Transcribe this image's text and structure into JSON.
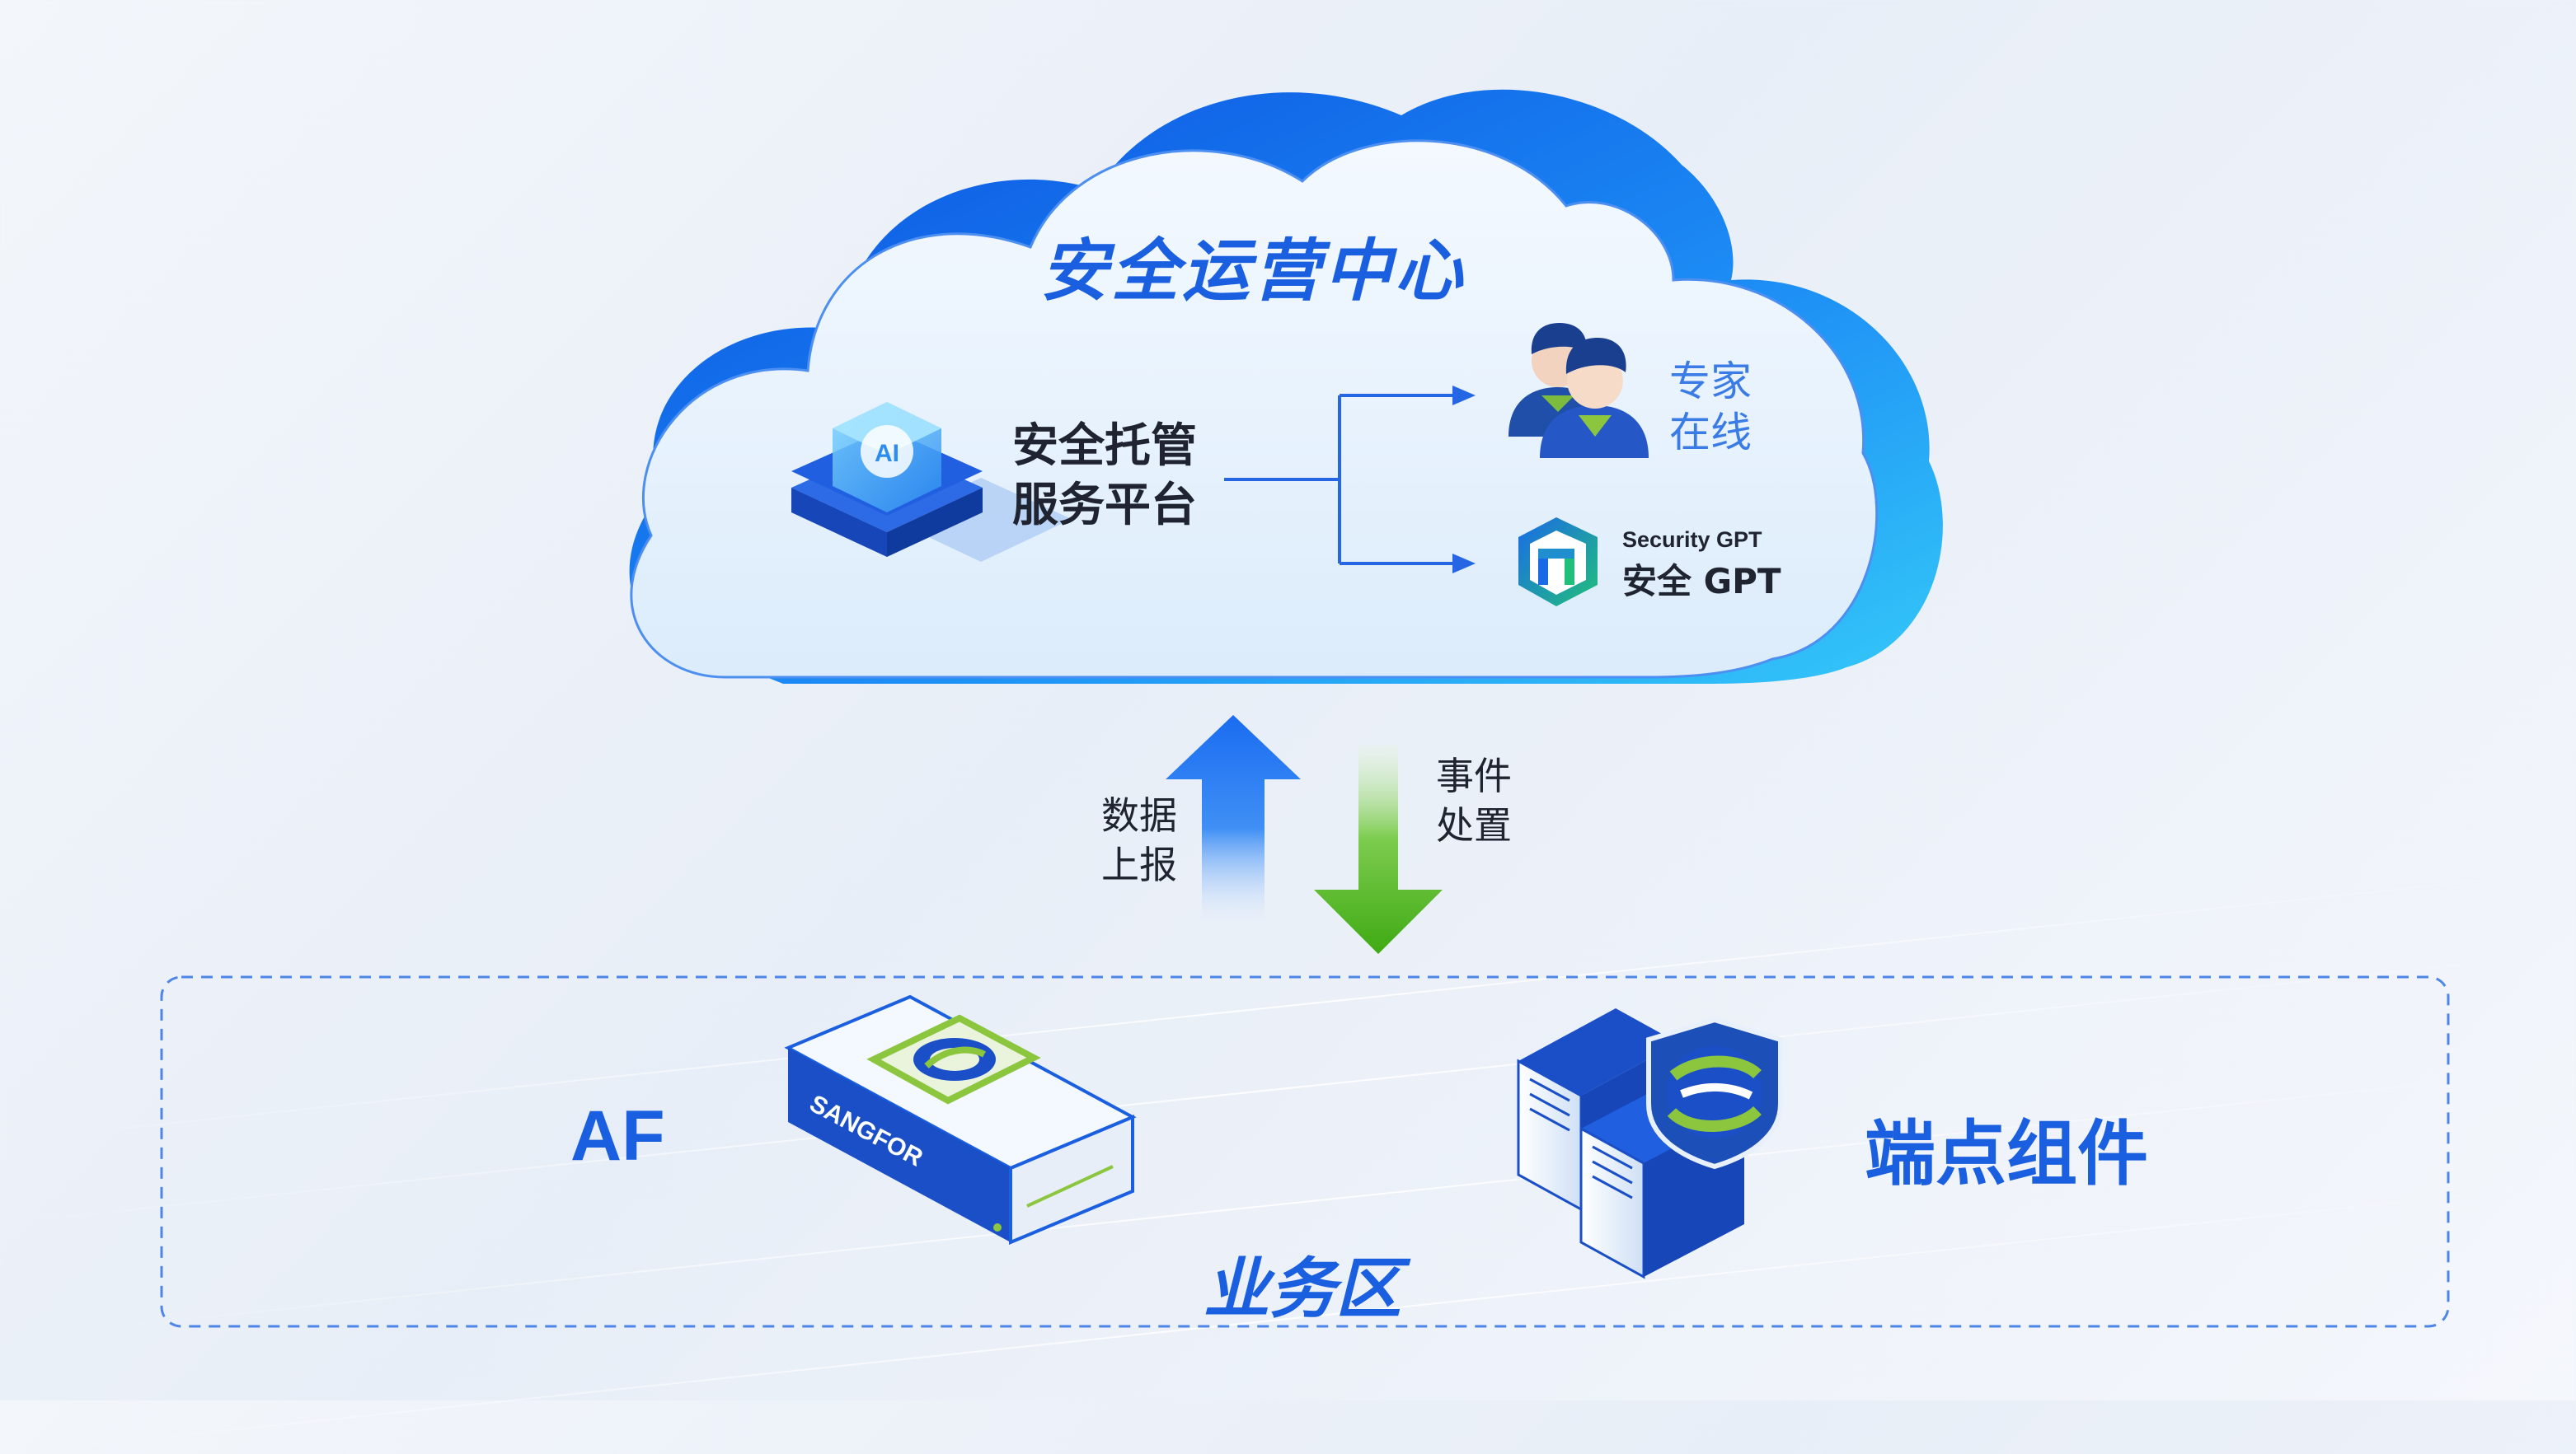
{
  "cloud": {
    "title": "安全运营中心",
    "platform_line1": "安全托管",
    "platform_line2": "服务平台",
    "platform_icon_text": "AI",
    "expert_line1": "专家",
    "expert_line2": "在线",
    "gpt_line1": "Security GPT",
    "gpt_line2": "安全 GPT"
  },
  "flows": {
    "upload_line1": "数据",
    "upload_line2": "上报",
    "handle_line1": "事件",
    "handle_line2": "处置"
  },
  "zone": {
    "title": "业务区",
    "af_label": "AF",
    "device_brand": "SANGFOR",
    "endpoint_label": "端点组件"
  },
  "colors": {
    "brand_blue": "#1a5fe0",
    "cloud_fill": "#e6f1fc",
    "cloud_shadow": "#1877f2",
    "upload_arrow": "#2a7cf0",
    "handle_arrow": "#4cb81e",
    "device_green": "#8cc63f"
  },
  "icons": {
    "platform": "ai-brain-cube-icon",
    "experts": "experts-people-icon",
    "gpt": "security-gpt-logo-icon",
    "af_device": "sangfor-af-appliance-icon",
    "endpoint": "endpoint-servers-shield-icon"
  }
}
